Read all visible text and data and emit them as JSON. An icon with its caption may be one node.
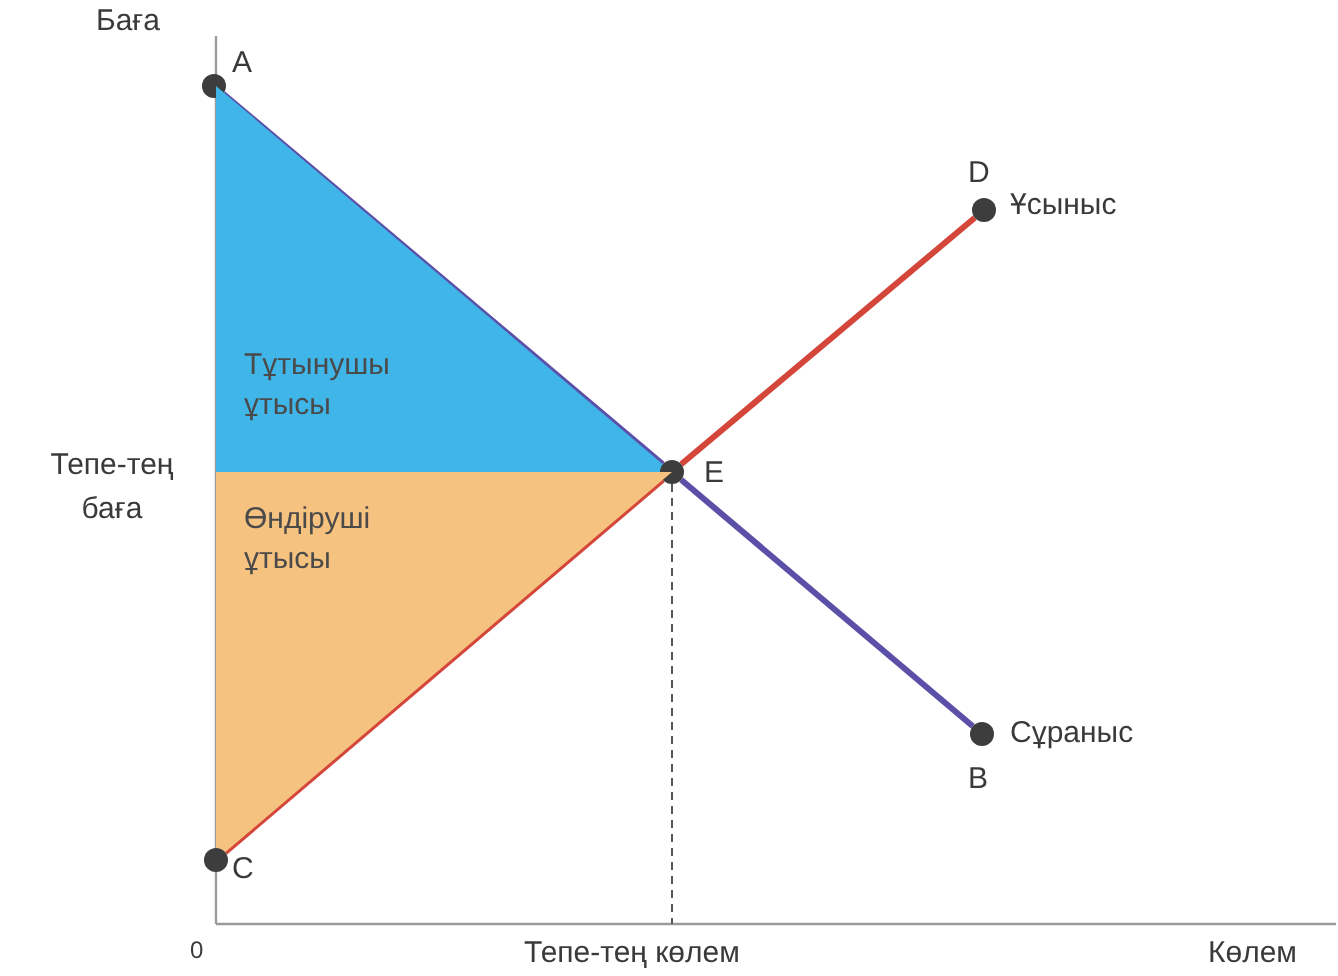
{
  "diagram": {
    "nodes": [
      {
        "text": [],
        "shape": "circle",
        "beside": [
          "A"
        ]
      },
      {
        "text": [],
        "shape": "circle",
        "beside": [
          "D",
          "Ұсыныс"
        ]
      },
      {
        "text": [
          "Тұтынушы ұтысы"
        ]
      },
      {
        "text": [],
        "shape": "circle",
        "beside": [
          "E"
        ]
      },
      {
        "text": [
          "Өндіруші ұтысы"
        ]
      },
      {
        "text": [],
        "shape": "circle",
        "beside": [
          "Сұраныс",
          "B"
        ]
      },
      {
        "text": [],
        "shape": "circle",
        "beside": [
          "C"
        ]
      }
    ],
    "edges": [
      {
        "from": 0,
        "to": 3,
        "arrow": "none",
        "color": "#5b4fa8"
      },
      {
        "from": 3,
        "to": 5,
        "arrow": "none",
        "color": "#5b4fa8"
      },
      {
        "from": 6,
        "to": 3,
        "arrow": "none",
        "color": "#d4453a"
      },
      {
        "from": 3,
        "to": 1,
        "arrow": "none",
        "color": "#d4453a"
      }
    ],
    "labels": [
      "Баға",
      "Тепе-тең баға",
      "0",
      "Тепе-тең көлем",
      "Көлем"
    ]
  }
}
